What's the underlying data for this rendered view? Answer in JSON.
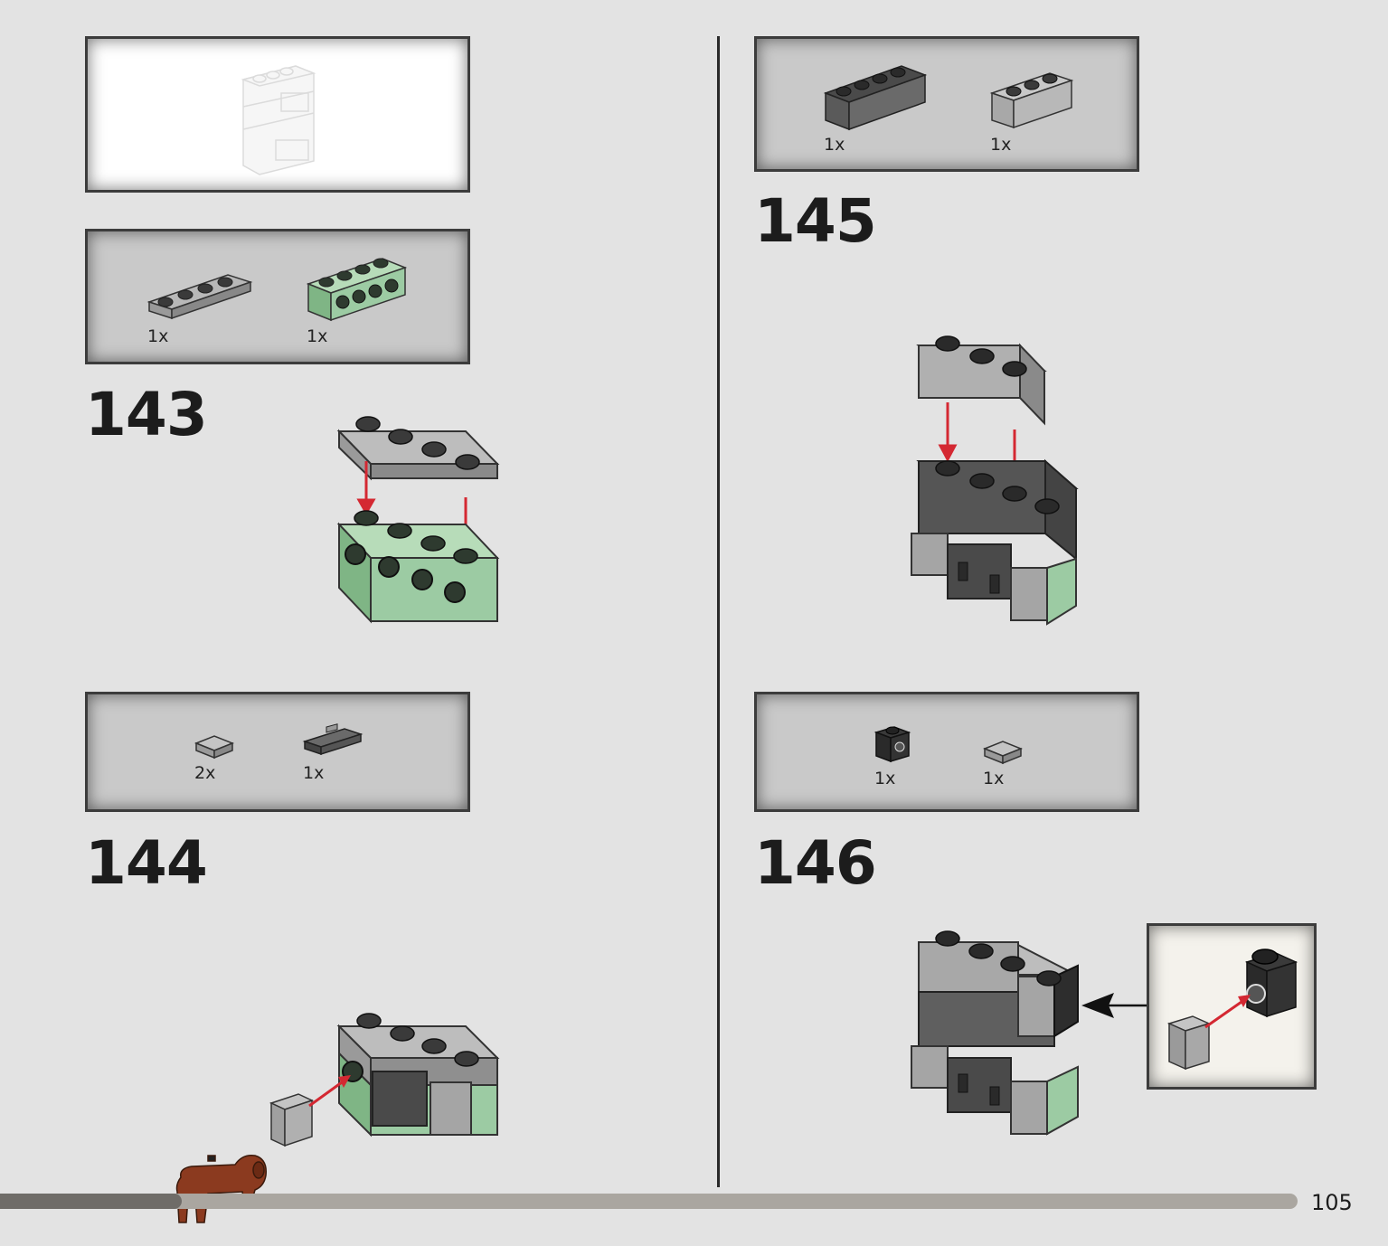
{
  "steps": [
    {
      "number": "143",
      "parts": [
        {
          "qty": "1x",
          "part": "plate 1x4 light gray"
        },
        {
          "qty": "1x",
          "part": "brick 1x4 studs on side sand green"
        }
      ]
    },
    {
      "number": "144",
      "parts": [
        {
          "qty": "2x",
          "part": "tile 1x1 light gray"
        },
        {
          "qty": "1x",
          "part": "tile 1x2 grille dark gray"
        }
      ]
    },
    {
      "number": "145",
      "parts": [
        {
          "qty": "1x",
          "part": "brick 1x4 dark gray"
        },
        {
          "qty": "1x",
          "part": "brick 1x3 light gray"
        }
      ]
    },
    {
      "number": "146",
      "parts": [
        {
          "qty": "1x",
          "part": "brick 1x1 stud on side black"
        },
        {
          "qty": "1x",
          "part": "tile 1x1 light gray"
        }
      ]
    }
  ],
  "page_number": "105",
  "progress": 0.14,
  "colors": {
    "background": "#e3e3e3",
    "parts_box": "#c9c9c9",
    "sand_green": "#9ccba3",
    "light_gray": "#a5a5a5",
    "dark_gray": "#5f5f5f",
    "arrow_red": "#d42832",
    "progress_fill": "#6f6c68",
    "progress_track": "#aaa6a0"
  }
}
